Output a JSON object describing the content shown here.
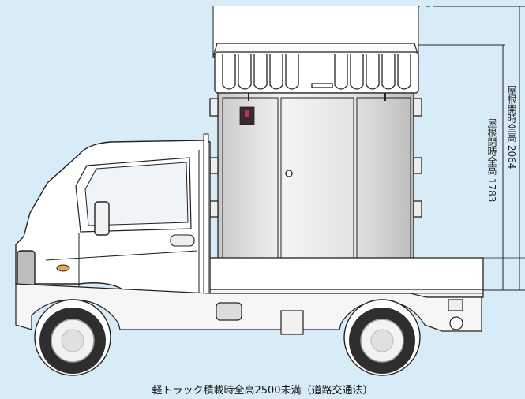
{
  "dimensions": {
    "roof_closed_height": "屋根閉時全高 1783",
    "roof_open_height": "屋根開時全高 2064"
  },
  "caption": "軽トラック積載時全高2500未満（道路交通法）",
  "colors": {
    "background": "#d8ecf8",
    "body": "#ffffff",
    "outline": "#222222",
    "booth_panel": "#dcdcdc",
    "tire": "#333333",
    "logo": "#7a1030"
  }
}
